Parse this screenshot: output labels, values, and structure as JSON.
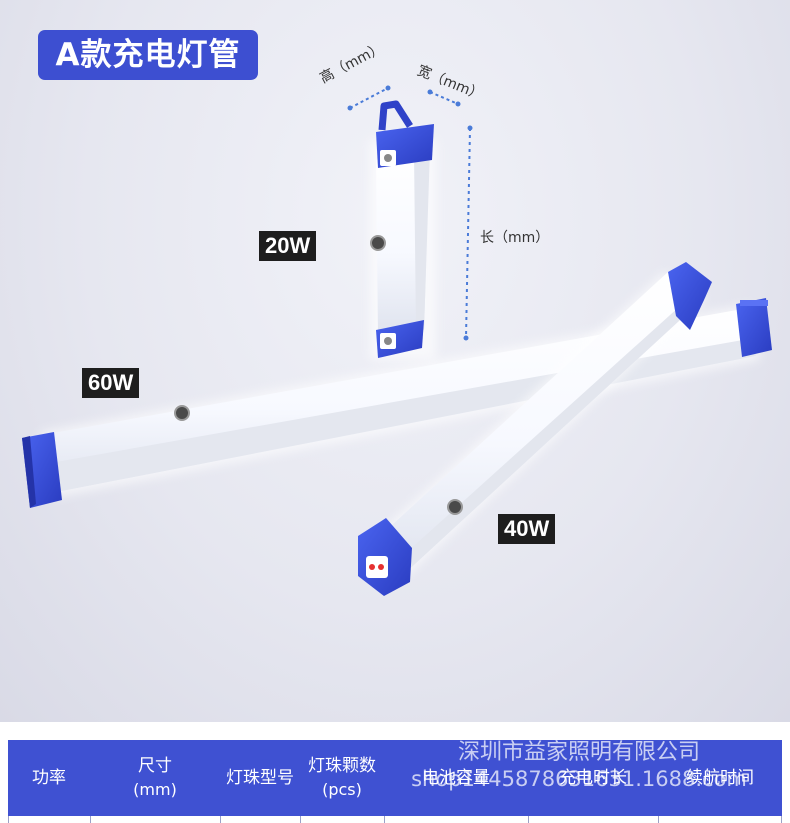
{
  "title": "A款充电灯管",
  "labels": {
    "w20": "20W",
    "w60": "60W",
    "w40": "40W"
  },
  "dimensions": {
    "height": "高（mm）",
    "width": "宽（mm）",
    "length": "长（mm）"
  },
  "table": {
    "headers": [
      {
        "main": "功率",
        "sub": ""
      },
      {
        "main": "尺寸",
        "sub": "(mm)"
      },
      {
        "main": "灯珠型号",
        "sub": ""
      },
      {
        "main": "灯珠颗数",
        "sub": "(pcs)"
      },
      {
        "main": "电池容量",
        "sub": ""
      },
      {
        "main": "充电时长",
        "sub": ""
      },
      {
        "main": "续航时间",
        "sub": ""
      }
    ]
  },
  "watermark": {
    "line1": "深圳市益家照明有限公司",
    "line2": "shop1445878631631.1688.com"
  },
  "colors": {
    "brand_blue": "#3d4fd1",
    "header_blue": "#3f51d2",
    "label_bg": "#1e1e1e"
  }
}
